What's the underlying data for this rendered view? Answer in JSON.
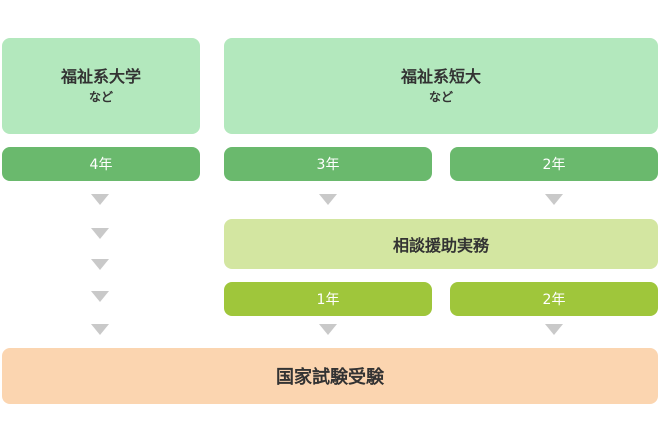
{
  "routes": {
    "university": {
      "title": "福祉系大学",
      "sub": "など",
      "years": "4年"
    },
    "junior_college": {
      "title": "福祉系短大",
      "sub": "など",
      "years_a": "3年",
      "years_b": "2年"
    }
  },
  "practice": {
    "label": "相談援助実務",
    "years_a": "1年",
    "years_b": "2年"
  },
  "exam": {
    "label": "国家試験受験"
  },
  "colors": {
    "top_box": "#b3e8bd",
    "year_pill": "#6ab96d",
    "practice_box": "#d3e6a1",
    "practice_pill": "#9fc63b",
    "exam_box": "#fbd5b0",
    "arrow": "#c9c9c9"
  }
}
